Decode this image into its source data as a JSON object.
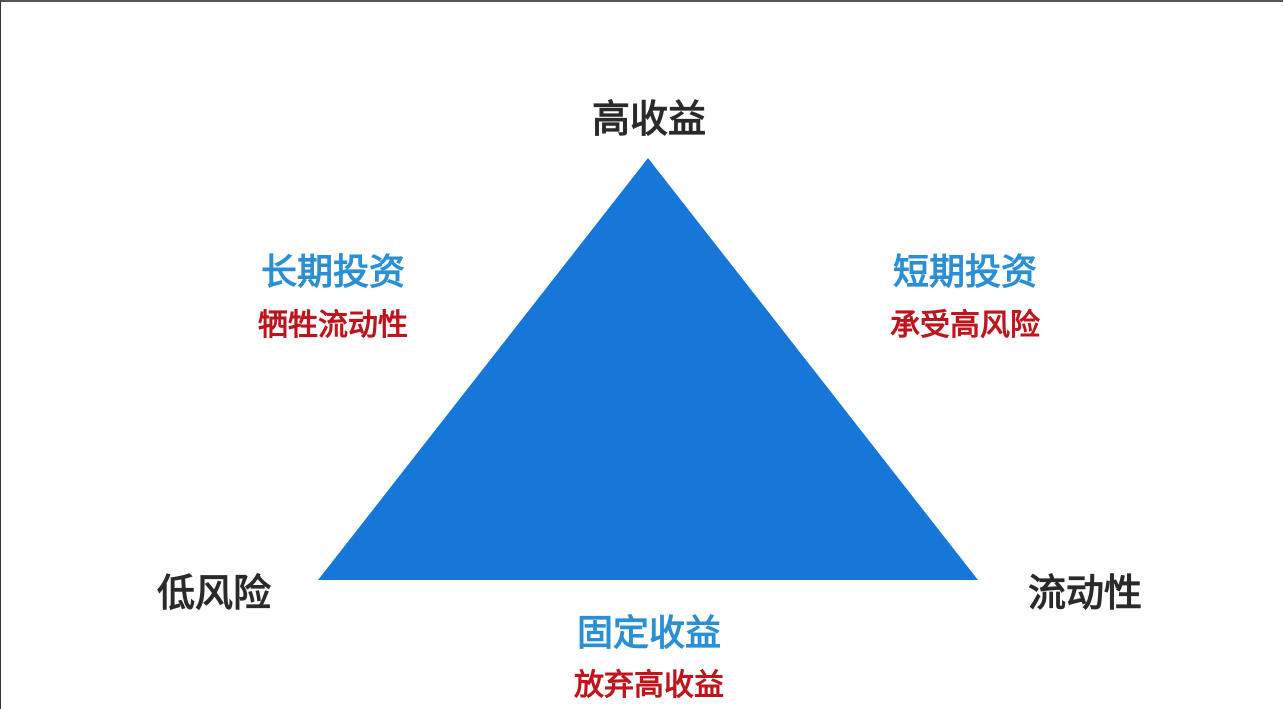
{
  "vertices": {
    "top": "高收益",
    "left": "低风险",
    "right": "流动性"
  },
  "sides": {
    "left": {
      "title": "长期投资",
      "note": "牺牲流动性"
    },
    "right": {
      "title": "短期投资",
      "note": "承受高风险"
    },
    "bottom": {
      "title": "固定收益",
      "note": "放弃高收益"
    }
  },
  "colors": {
    "triangle": "#1677d8",
    "title": "#2b8fd6",
    "note": "#c0141c",
    "vertex": "#2a2a2a"
  }
}
